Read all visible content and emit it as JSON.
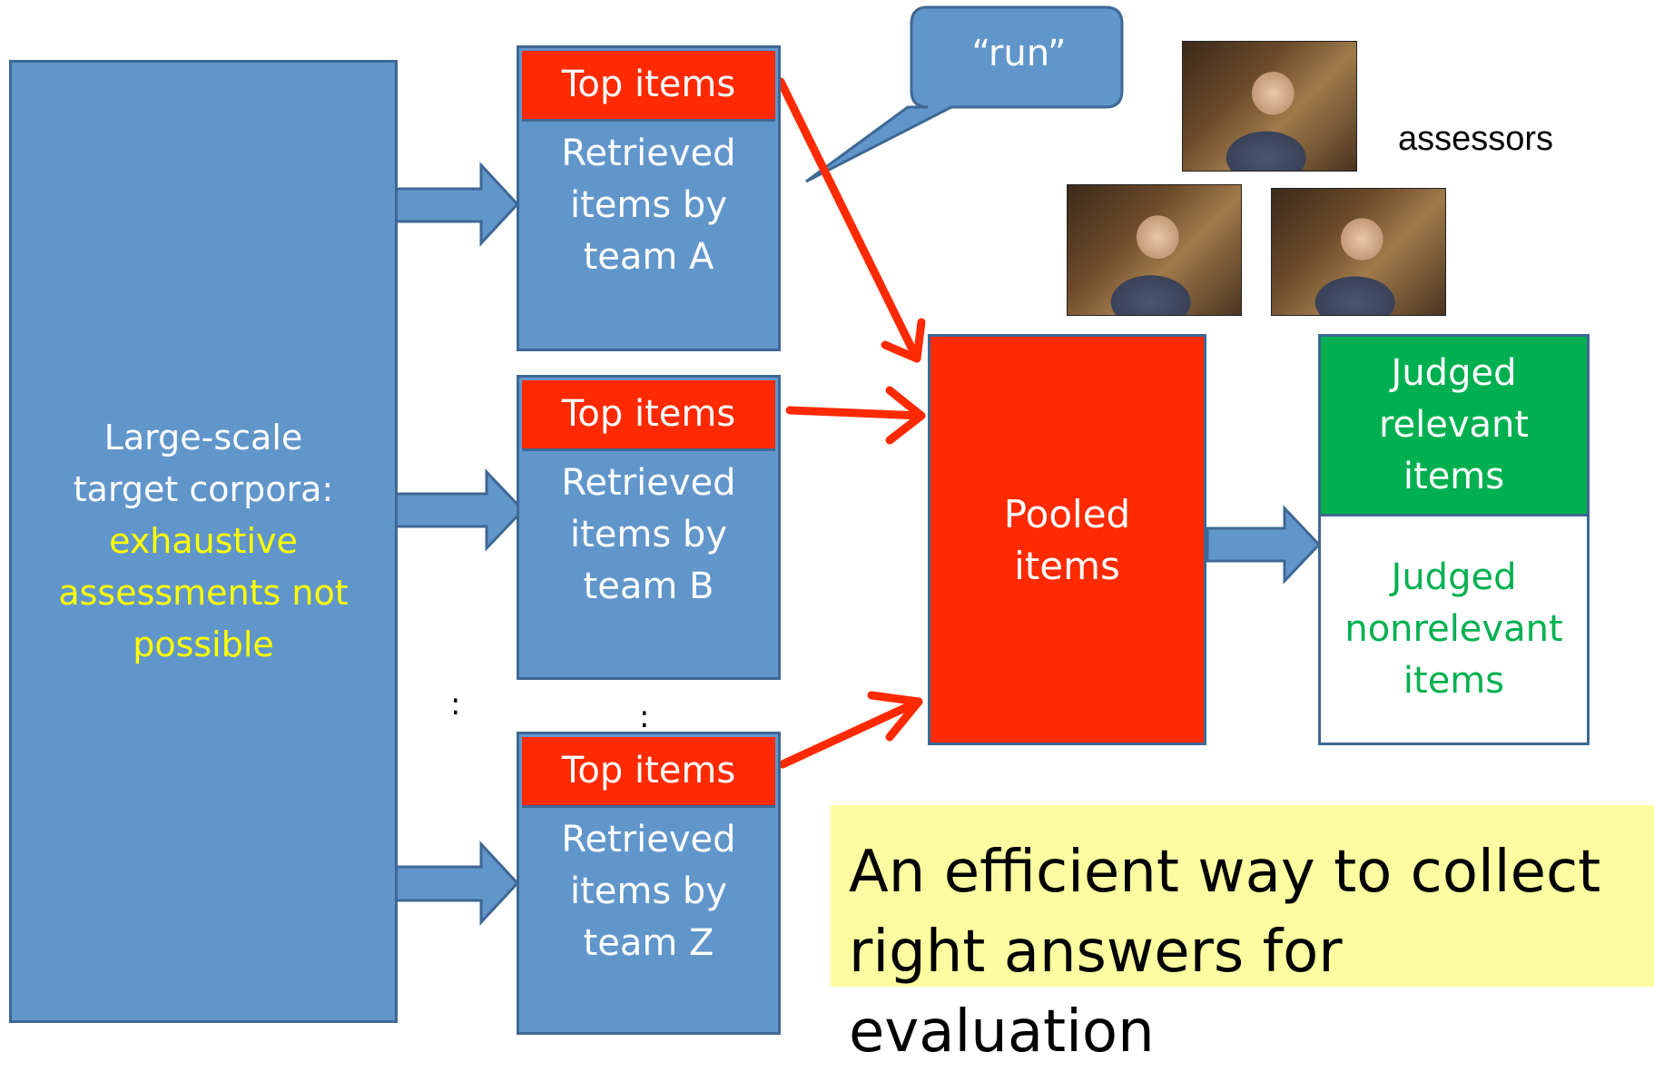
{
  "corpus": {
    "line1": "Large-scale",
    "line2": "target corpora:",
    "line3": "exhaustive",
    "line4": "assessments not",
    "line5": "possible"
  },
  "teams": [
    {
      "top_label": "Top items",
      "retrieved_label": "Retrieved\nitems by\nteam A"
    },
    {
      "top_label": "Top items",
      "retrieved_label": "Retrieved\nitems by\nteam B"
    },
    {
      "top_label": "Top items",
      "retrieved_label": "Retrieved\nitems by\nteam Z"
    }
  ],
  "ellipsis": [
    ":",
    ":"
  ],
  "callout": "“run”",
  "pooled": {
    "line1": "Pooled",
    "line2": "items"
  },
  "judged": {
    "relevant": {
      "line1": "Judged",
      "line2": "relevant",
      "line3": "items"
    },
    "nonrelevant": {
      "line1": "Judged",
      "line2": "nonrelevant",
      "line3": "items"
    }
  },
  "assessors_label": "assessors",
  "note": {
    "line1": "An efficient way to collect",
    "line2": "right answers for evaluation"
  },
  "colors": {
    "box_blue": "#6196cb",
    "box_border": "#3e6894",
    "red": "#ff2a00",
    "green": "#00b050",
    "yellow_text": "#ffff00",
    "note_bg": "#fcfca0"
  }
}
